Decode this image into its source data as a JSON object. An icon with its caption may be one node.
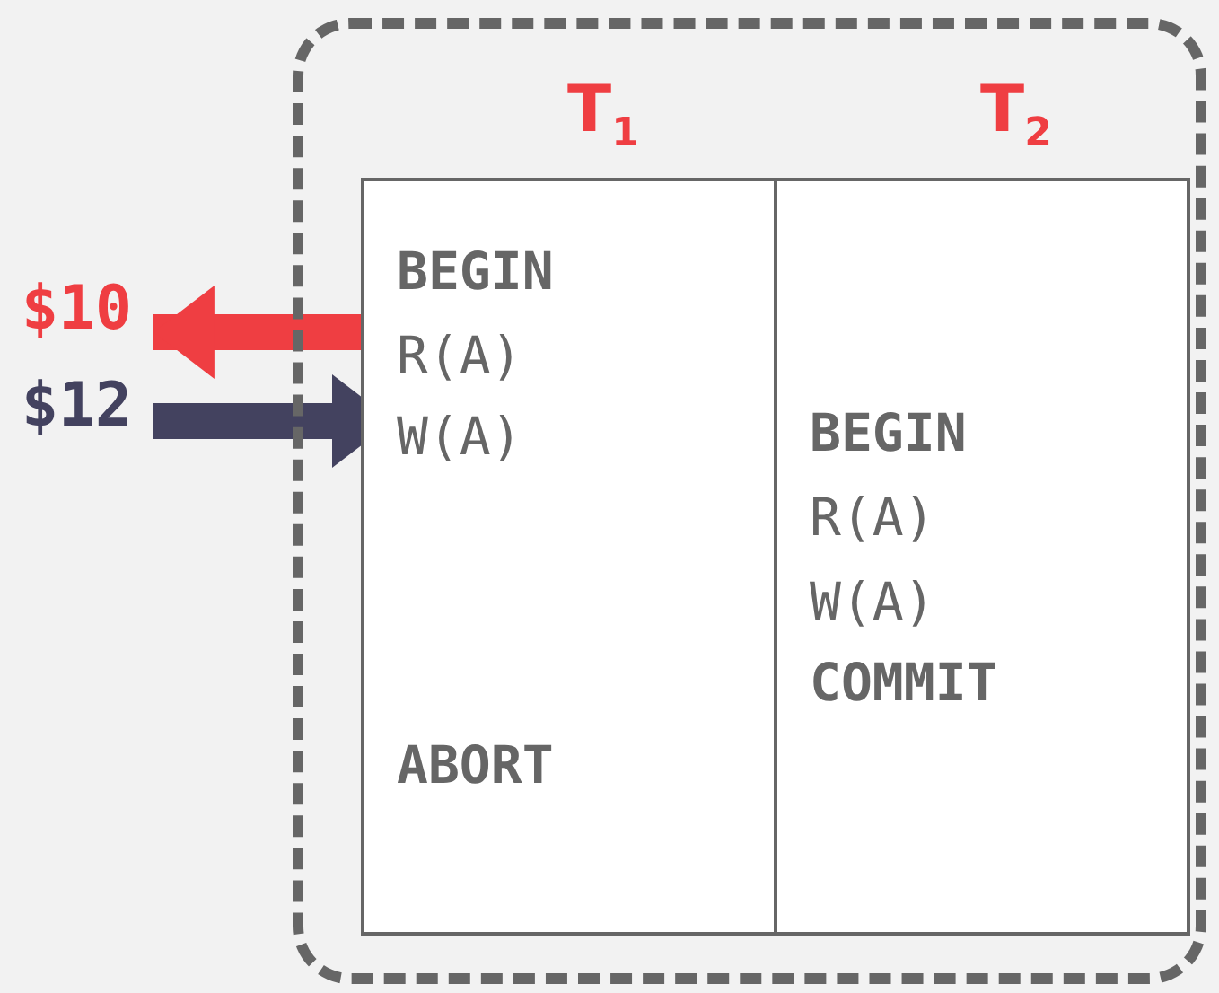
{
  "diagram": {
    "nodes": [
      {
        "text": [],
        "shape": "box"
      },
      {
        "text": [
          "T$_{1}$"
        ],
        "in": 0
      },
      {
        "text": [
          "T$_{2}$"
        ],
        "in": 0
      },
      {
        "text": [
          "BEGIN"
        ],
        "in": 1
      },
      {
        "text": [
          "R(A)"
        ],
        "in": 1
      },
      {
        "text": [
          "W(A)"
        ],
        "in": 1
      },
      {
        "text": [
          "ABORT"
        ],
        "in": 1
      },
      {
        "text": [
          "BEGIN"
        ],
        "in": 2
      },
      {
        "text": [
          "R(A)"
        ],
        "in": 2
      },
      {
        "text": [
          "W(A)"
        ],
        "in": 2
      },
      {
        "text": [
          "COMMIT"
        ],
        "in": 2
      },
      {
        "text": [
          "$10"
        ]
      },
      {
        "text": [
          "$12"
        ]
      }
    ],
    "edges": [
      {
        "from": 4,
        "to": 11,
        "arrow": "to",
        "color": "#ef3e42"
      },
      {
        "from": 12,
        "to": 5,
        "arrow": "to",
        "color": "#43425f"
      }
    ]
  }
}
